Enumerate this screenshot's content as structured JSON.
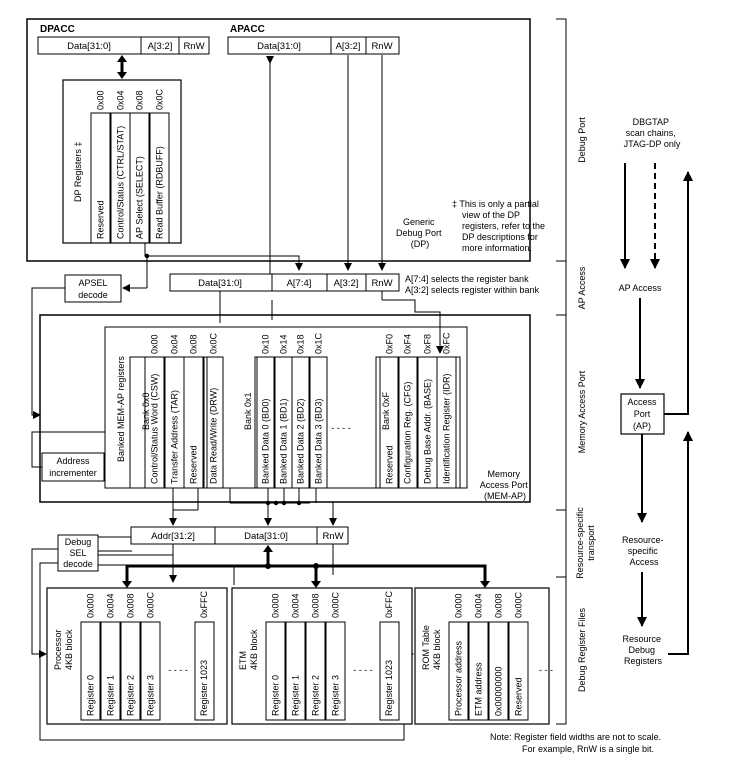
{
  "dpacc": {
    "title": "DPACC",
    "data": "Data[31:0]",
    "addr": "A[3:2]",
    "rnw": "RnW"
  },
  "apacc": {
    "title": "APACC",
    "data": "Data[31:0]",
    "addr": "A[3:2]",
    "rnw": "RnW"
  },
  "dp_registers": {
    "title": "DP Registers ‡",
    "offsets": [
      "0x00",
      "0x04",
      "0x08",
      "0x0C"
    ],
    "names": [
      "Reserved",
      "Control/Status (CTRL/STAT)",
      "AP Select (SELECT)",
      "Read Buffer (RDBUFF)"
    ]
  },
  "dp_footnote": [
    "‡ This is only a partial",
    "view of the DP",
    "registers, refer to the",
    "DP descriptions for",
    "more information."
  ],
  "generic_dp_label": [
    "Generic",
    "Debug Port",
    "(DP)"
  ],
  "ap_bus": {
    "data": "Data[31:0]",
    "bank": "A[7:4]",
    "addr": "A[3:2]",
    "rnw": "RnW"
  },
  "ap_bus_notes": [
    "A[7:4] selects the register bank",
    "A[3:2] selects register within bank"
  ],
  "apsel_decode": [
    "APSEL",
    "decode"
  ],
  "mem_ap": {
    "regs_title": "Banked MEM-AP registers",
    "bank0": {
      "label": "Bank 0x0",
      "offsets": [
        "0x00",
        "0x04",
        "0x08",
        "0x0C"
      ],
      "names": [
        "Control/Status Word (CSW)",
        "Transfer Address (TAR)",
        "Reserved",
        "Data Read/Write (DRW)"
      ]
    },
    "bank1": {
      "label": "Bank 0x1",
      "offsets": [
        "0x10",
        "0x14",
        "0x18",
        "0x1C"
      ],
      "names": [
        "Banked Data 0 (BD0)",
        "Banked Data 1 (BD1)",
        "Banked Data 2 (BD2)",
        "Banked Data 3 (BD3)"
      ]
    },
    "bankF": {
      "label": "Bank 0xF",
      "offsets": [
        "0xF0",
        "0xF4",
        "0xF8",
        "0xFC"
      ],
      "names": [
        "Reserved",
        "Configuration Reg. (CFG)",
        "Debug Base Addr. (BASE)",
        "Identification Register (IDR)"
      ]
    },
    "ellipsis": "- - - -",
    "address_incrementer": [
      "Address",
      "incrementer"
    ],
    "label": [
      "Memory",
      "Access Port",
      "(MEM-AP)"
    ]
  },
  "resource_bus": {
    "addr": "Addr[31:2]",
    "data": "Data[31:0]",
    "rnw": "RnW"
  },
  "debug_sel": [
    "Debug",
    "SEL",
    "decode"
  ],
  "blocks": [
    {
      "title": [
        "Processor",
        "4KB block"
      ],
      "offsets": [
        "0x000",
        "0x004",
        "0x008",
        "0x00C",
        "0xFFC"
      ],
      "names": [
        "Register 0",
        "Register 1",
        "Register 2",
        "Register 3",
        "Register 1023"
      ],
      "ellipsis": "- - - -"
    },
    {
      "title": [
        "ETM",
        "4KB block"
      ],
      "offsets": [
        "0x000",
        "0x004",
        "0x008",
        "0x00C",
        "0xFFC"
      ],
      "names": [
        "Register 0",
        "Register 1",
        "Register 2",
        "Register 3",
        "Register 1023"
      ],
      "ellipsis": "- - - -"
    },
    {
      "title": [
        "ROM Table",
        "4KB block"
      ],
      "offsets": [
        "0x000",
        "0x004",
        "0x008",
        "0x00C"
      ],
      "names": [
        "Processor address",
        "ETM address",
        "0x00000000",
        "Reserved"
      ],
      "ellipsis": "- - -"
    }
  ],
  "side_labels": [
    "Debug Port",
    "AP Access",
    "Memory Access Port",
    "Resource-specific transport",
    "Debug Register Files"
  ],
  "right_flow": {
    "dbgtap": [
      "DBGTAP",
      "scan chains,",
      "JTAG-DP only"
    ],
    "ap_access": "AP Access",
    "access_port": [
      "Access",
      "Port",
      "(AP)"
    ],
    "resource_access": [
      "Resource-",
      "specific",
      "Access"
    ],
    "resource_regs": [
      "Resource",
      "Debug",
      "Registers"
    ]
  },
  "note": [
    "Note: Register field widths are not to scale.",
    "For example, RnW is a single bit."
  ]
}
